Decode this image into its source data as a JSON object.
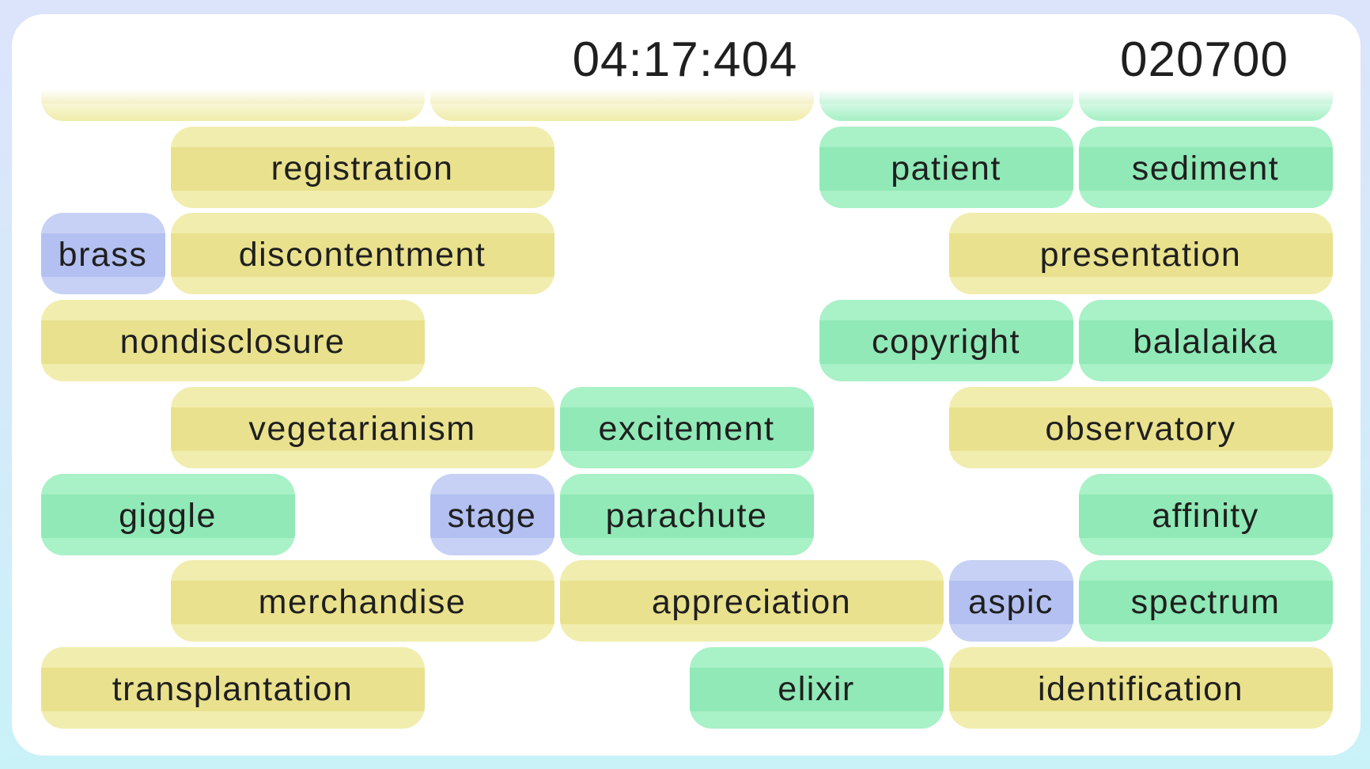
{
  "header": {
    "timer": "04:17:404",
    "score": "020700"
  },
  "colors": {
    "background_top": "#dce4fb",
    "background_bottom": "#c9f2f8",
    "card": "#ffffff",
    "text": "#1f1f1f",
    "tile_yellow_light": "#f1edae",
    "tile_yellow_stripe": "#e9e18d",
    "tile_green_light": "#a9f1c7",
    "tile_green_stripe": "#90e9b6",
    "tile_blue_light": "#c7d1f5",
    "tile_blue_stripe": "#b3c0f1"
  },
  "board": {
    "columns": 10,
    "rows": 8,
    "tiles": [
      {
        "word": "",
        "row": 0,
        "col": 0,
        "span": 3,
        "color": "yellow"
      },
      {
        "word": "",
        "row": 0,
        "col": 3,
        "span": 3,
        "color": "yellow"
      },
      {
        "word": "",
        "row": 0,
        "col": 6,
        "span": 2,
        "color": "green"
      },
      {
        "word": "",
        "row": 0,
        "col": 8,
        "span": 2,
        "color": "green"
      },
      {
        "word": "registration",
        "row": 1,
        "col": 1,
        "span": 3,
        "color": "yellow"
      },
      {
        "word": "patient",
        "row": 1,
        "col": 6,
        "span": 2,
        "color": "green"
      },
      {
        "word": "sediment",
        "row": 1,
        "col": 8,
        "span": 2,
        "color": "green"
      },
      {
        "word": "brass",
        "row": 2,
        "col": 0,
        "span": 1,
        "color": "blue"
      },
      {
        "word": "discontentment",
        "row": 2,
        "col": 1,
        "span": 3,
        "color": "yellow"
      },
      {
        "word": "presentation",
        "row": 2,
        "col": 7,
        "span": 3,
        "color": "yellow"
      },
      {
        "word": "nondisclosure",
        "row": 3,
        "col": 0,
        "span": 3,
        "color": "yellow"
      },
      {
        "word": "copyright",
        "row": 3,
        "col": 6,
        "span": 2,
        "color": "green"
      },
      {
        "word": "balalaika",
        "row": 3,
        "col": 8,
        "span": 2,
        "color": "green"
      },
      {
        "word": "vegetarianism",
        "row": 4,
        "col": 1,
        "span": 3,
        "color": "yellow"
      },
      {
        "word": "excitement",
        "row": 4,
        "col": 4,
        "span": 2,
        "color": "green"
      },
      {
        "word": "observatory",
        "row": 4,
        "col": 7,
        "span": 3,
        "color": "yellow"
      },
      {
        "word": "giggle",
        "row": 5,
        "col": 0,
        "span": 2,
        "color": "green"
      },
      {
        "word": "stage",
        "row": 5,
        "col": 3,
        "span": 1,
        "color": "blue"
      },
      {
        "word": "parachute",
        "row": 5,
        "col": 4,
        "span": 2,
        "color": "green"
      },
      {
        "word": "affinity",
        "row": 5,
        "col": 8,
        "span": 2,
        "color": "green"
      },
      {
        "word": "merchandise",
        "row": 6,
        "col": 1,
        "span": 3,
        "color": "yellow"
      },
      {
        "word": "appreciation",
        "row": 6,
        "col": 4,
        "span": 3,
        "color": "yellow"
      },
      {
        "word": "aspic",
        "row": 6,
        "col": 7,
        "span": 1,
        "color": "blue"
      },
      {
        "word": "spectrum",
        "row": 6,
        "col": 8,
        "span": 2,
        "color": "green"
      },
      {
        "word": "transplantation",
        "row": 7,
        "col": 0,
        "span": 3,
        "color": "yellow"
      },
      {
        "word": "elixir",
        "row": 7,
        "col": 5,
        "span": 2,
        "color": "green"
      },
      {
        "word": "identification",
        "row": 7,
        "col": 7,
        "span": 3,
        "color": "yellow"
      }
    ]
  }
}
